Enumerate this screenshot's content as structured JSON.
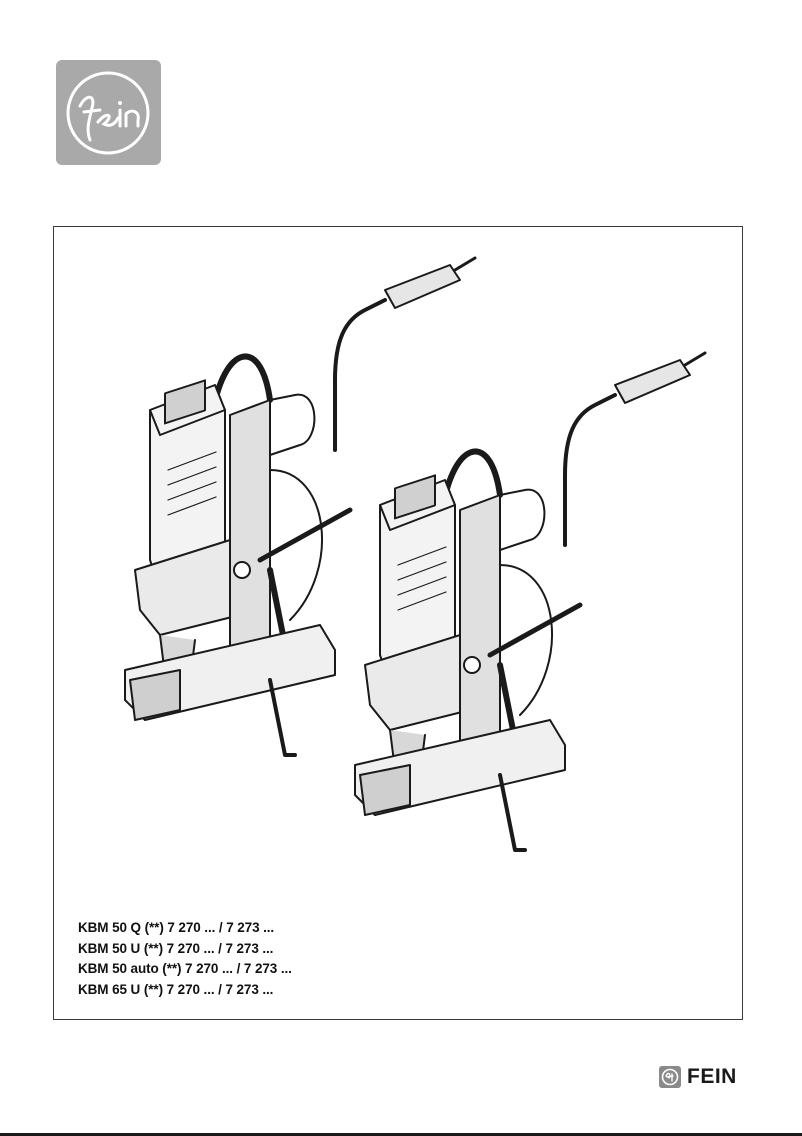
{
  "brand": {
    "logo_wordmark": "fein",
    "footer_name": "FEIN"
  },
  "figure": {
    "subject": "magnetic-core-drill",
    "count": 2
  },
  "models": [
    "KBM 50 Q (**) 7 270 ... / 7 273 ...",
    "KBM 50 U (**) 7 270 ... / 7 273 ...",
    "KBM 50 auto (**) 7 270 ... / 7 273 ...",
    "KBM 65 U (**) 7 270 ... / 7 273 ..."
  ],
  "colors": {
    "logo_tile": "#a9a9a9",
    "footer_badge": "#8a8a8a",
    "line_art": "#1a1a1a"
  }
}
